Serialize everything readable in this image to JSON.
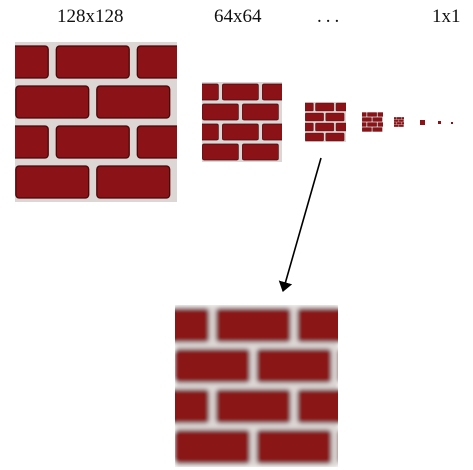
{
  "labels": {
    "size_128": "128x128",
    "size_64": "64x64",
    "ellipsis": "...",
    "size_1": "1x1"
  },
  "colors": {
    "brick": "#8b1217",
    "brick_dark": "#4a0608",
    "mortar": "#dcd6d4",
    "arrow": "#000000"
  },
  "icons": {
    "texture": "brick-texture-icon",
    "arrow": "arrow-down-left-icon"
  }
}
